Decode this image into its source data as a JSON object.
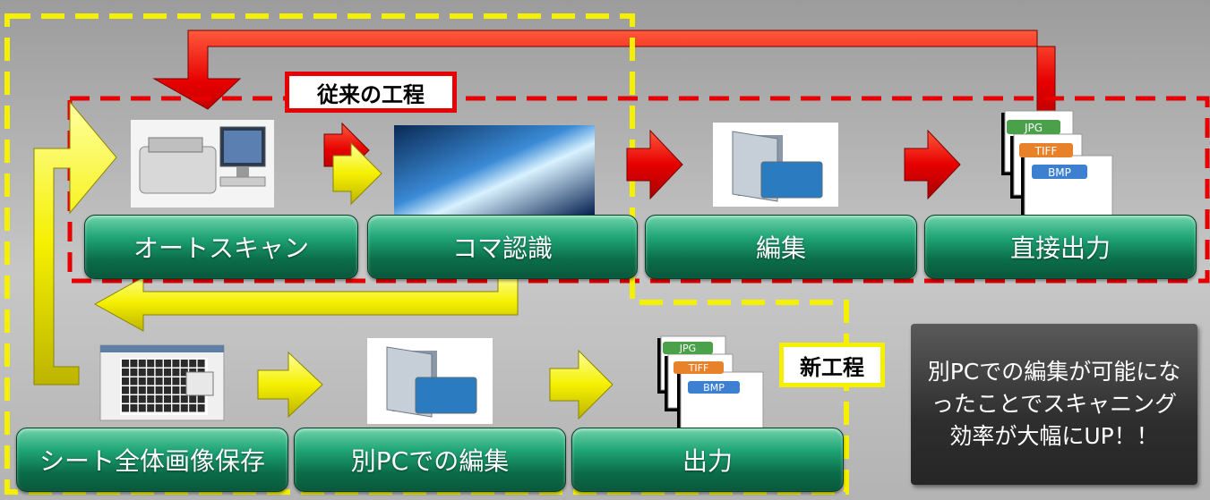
{
  "labels": {
    "conventional": "従来の工程",
    "new": "新工程"
  },
  "steps_top": [
    "オートスキャン",
    "コマ認識",
    "編集",
    "直接出力"
  ],
  "steps_bottom": [
    "シート全体画像保存",
    "別PCでの編集",
    "出力"
  ],
  "note": "別PCでの編集が可能になったことでスキャニング効率が大幅にUP！！",
  "file_badges": [
    "JPG",
    "TIFF",
    "BMP"
  ],
  "colors": {
    "red": "#e60000",
    "yellow": "#f5f000",
    "green": "#0f7a52"
  },
  "icons": [
    "scanner-icon",
    "data-stream-image",
    "folder-monitor-icon",
    "file-stack-icon",
    "spreadsheet-screenshot"
  ]
}
